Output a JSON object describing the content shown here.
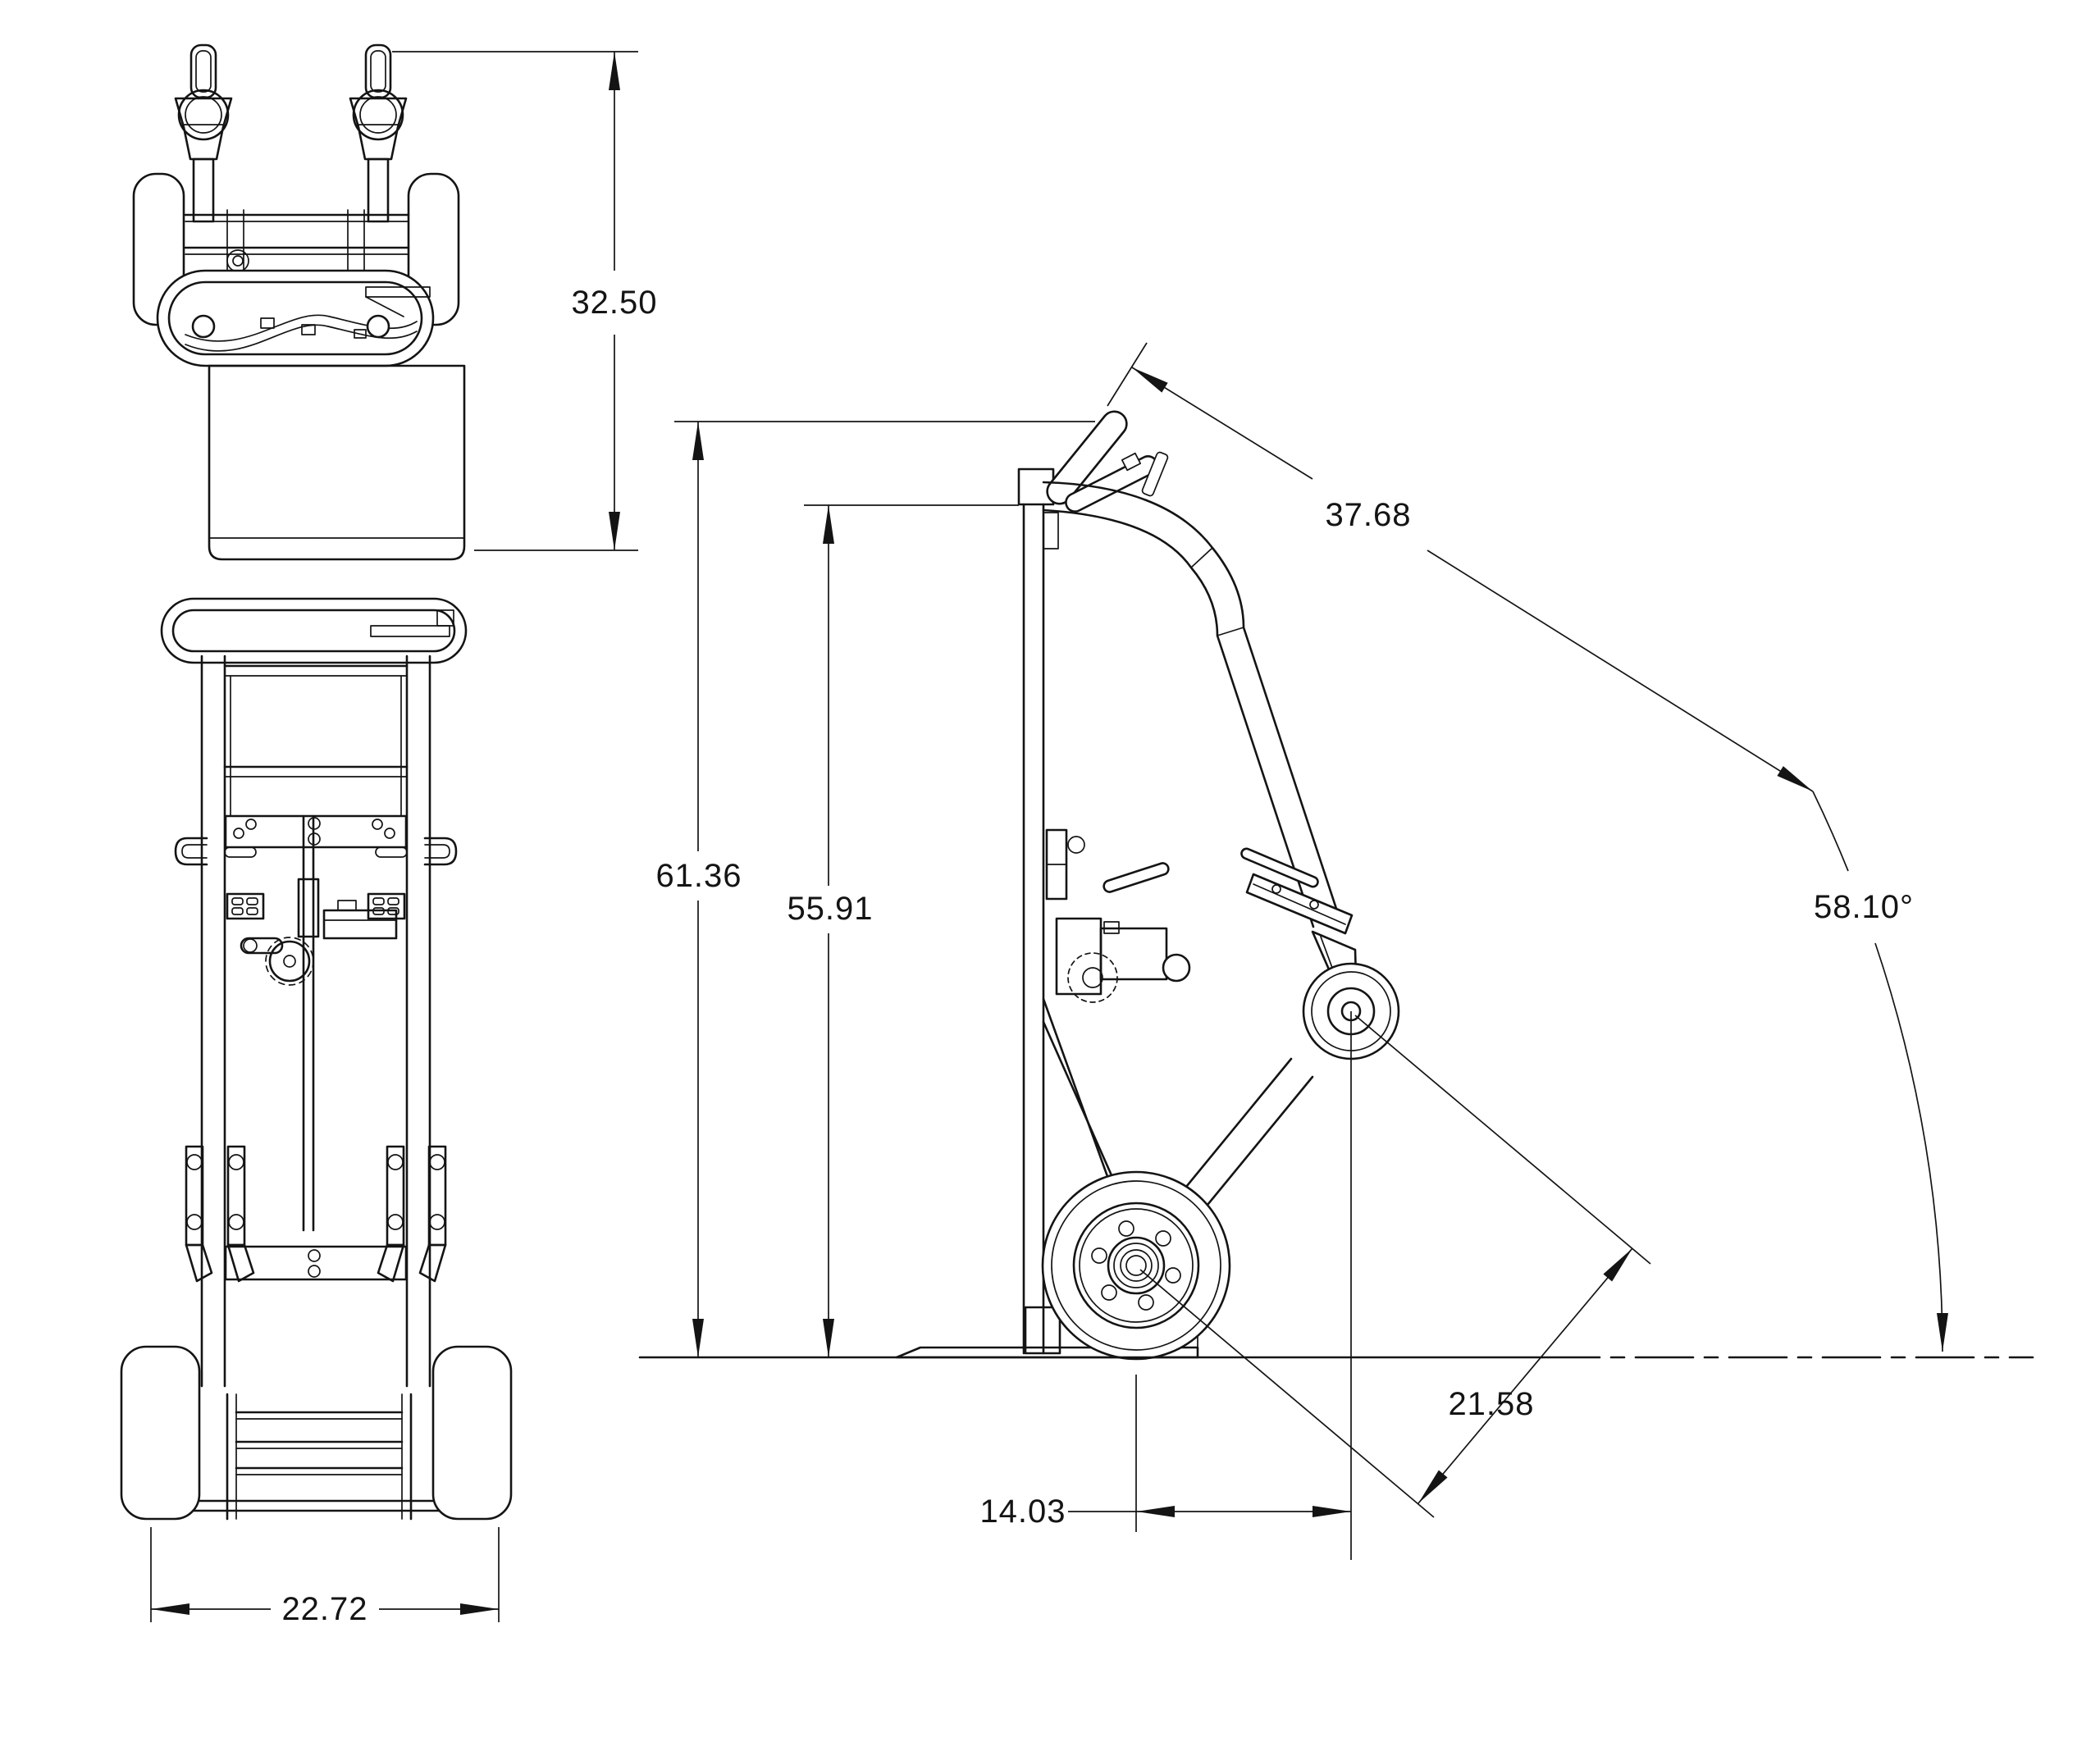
{
  "drawing": {
    "type": "3-view dimensioned engineering drawing of a powered drum hand truck",
    "background_color": "#ffffff",
    "line_color": "#141414",
    "views": [
      "top-view",
      "front-view",
      "side-view"
    ]
  },
  "dims": {
    "d3250": "32.50",
    "d2272": "22.72",
    "d6136": "61.36",
    "d5591": "55.91",
    "d3768": "37.68",
    "d5810": "58.10°",
    "d2158": "21.58",
    "d1403": "14.03"
  }
}
